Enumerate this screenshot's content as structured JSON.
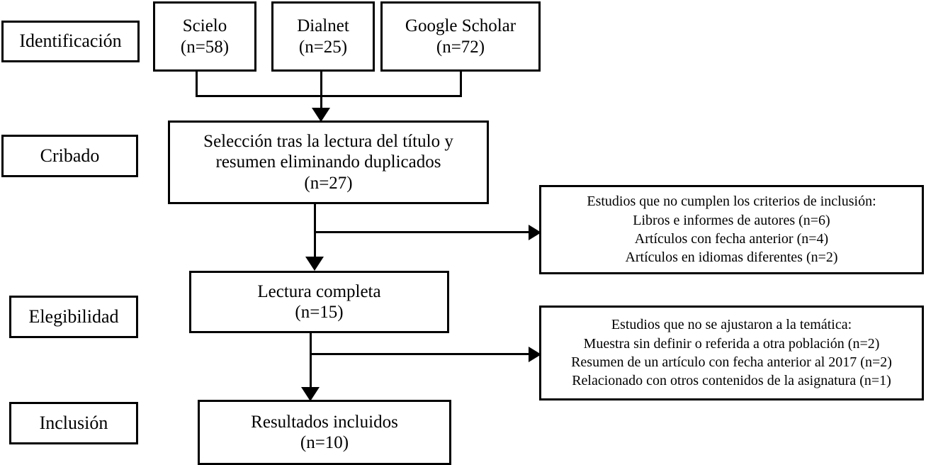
{
  "diagram": {
    "title": "PRISMA flow diagram",
    "type": "flowchart",
    "language": "es",
    "background_color": "#ffffff",
    "line_color": "#000000",
    "text_color": "#000000"
  },
  "stages": [
    {
      "id": "identificacion",
      "label": "Identificación"
    },
    {
      "id": "cribado",
      "label": "Cribado"
    },
    {
      "id": "elegibilidad",
      "label": "Elegibilidad"
    },
    {
      "id": "inclusion",
      "label": "Inclusión"
    }
  ],
  "sources": [
    {
      "id": "scielo",
      "name": "Scielo",
      "count_label": "(n=58)",
      "n": 58
    },
    {
      "id": "dialnet",
      "name": "Dialnet",
      "count_label": "(n=25)",
      "n": 25
    },
    {
      "id": "google_scholar",
      "name": "Google Scholar",
      "count_label": "(n=72)",
      "n": 72
    }
  ],
  "screening": {
    "line1": "Selección tras la lectura del título y",
    "line2": "resumen eliminando duplicados",
    "count_label": "(n=27)",
    "n": 27
  },
  "eligibility": {
    "line1": "Lectura completa",
    "count_label": "(n=15)",
    "n": 15
  },
  "included": {
    "line1": "Resultados incluidos",
    "count_label": "(n=10)",
    "n": 10
  },
  "exclusions_screening": {
    "heading": "Estudios que no cumplen los criterios de inclusión:",
    "reasons": [
      "Libros e informes de autores (n=6)",
      "Artículos con fecha anterior (n=4)",
      "Artículos en idiomas diferentes (n=2)"
    ]
  },
  "exclusions_eligibility": {
    "heading": "Estudios que no se ajustaron a la temática:",
    "reasons": [
      "Muestra sin definir o referida a otra población (n=2)",
      "Resumen de un artículo con fecha anterior al 2017 (n=2)",
      "Relacionado con otros contenidos de la asignatura (n=1)"
    ]
  }
}
